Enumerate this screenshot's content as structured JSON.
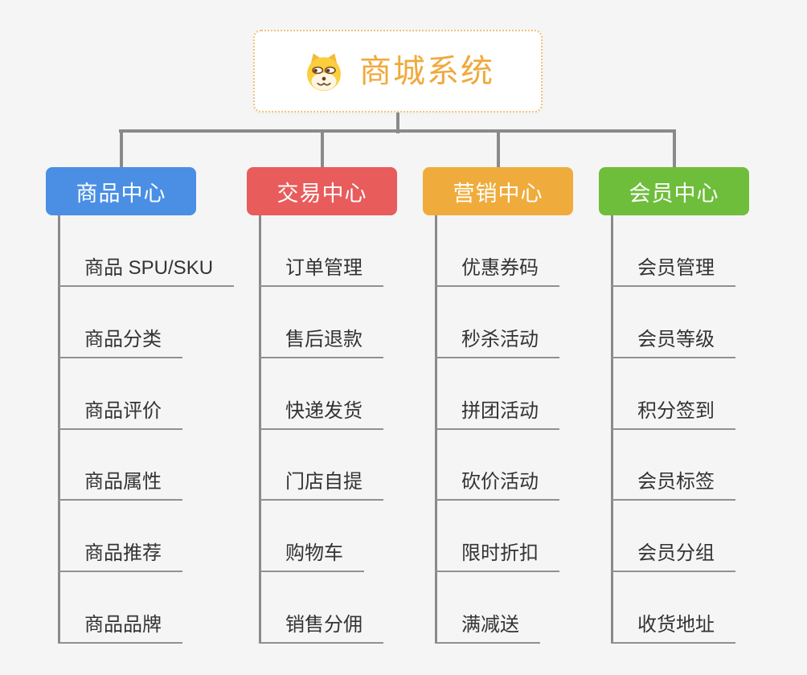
{
  "canvas": {
    "background_color": "#f5f5f5",
    "connector_color": "#8a8a8a",
    "underline_color": "#909090",
    "leaf_text_color": "#333333"
  },
  "root": {
    "label": "商城系统",
    "icon": "doge-dog-face-icon",
    "text_color": "#f0a93c",
    "border_color": "#f2c079"
  },
  "branches": [
    {
      "label": "商品中心",
      "color": "#4a8fe4",
      "items": [
        "商品 SPU/SKU",
        "商品分类",
        "商品评价",
        "商品属性",
        "商品推荐",
        "商品品牌"
      ]
    },
    {
      "label": "交易中心",
      "color": "#e85c5c",
      "items": [
        "订单管理",
        "售后退款",
        "快递发货",
        "门店自提",
        "购物车",
        "销售分佣"
      ]
    },
    {
      "label": "营销中心",
      "color": "#efac3c",
      "items": [
        "优惠券码",
        "秒杀活动",
        "拼团活动",
        "砍价活动",
        "限时折扣",
        "满减送"
      ]
    },
    {
      "label": "会员中心",
      "color": "#6ebe3c",
      "items": [
        "会员管理",
        "会员等级",
        "积分签到",
        "会员标签",
        "会员分组",
        "收货地址"
      ]
    }
  ]
}
